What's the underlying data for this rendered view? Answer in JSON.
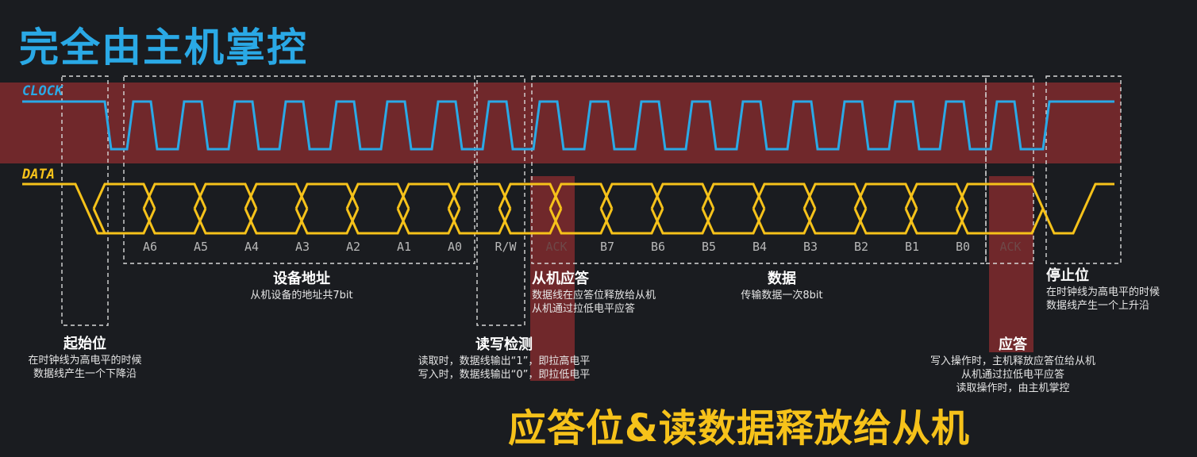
{
  "heading": "完全由主机掌控",
  "signals": {
    "clock": "CLOCK",
    "data": "DATA"
  },
  "bits": [
    "A6",
    "A5",
    "A4",
    "A3",
    "A2",
    "A1",
    "A0",
    "R/W",
    "ACK",
    "B7",
    "B6",
    "B5",
    "B4",
    "B3",
    "B2",
    "B1",
    "B0",
    "ACK"
  ],
  "start": {
    "title": "起始位",
    "lines": [
      "在时钟线为高电平的时候",
      "数据线产生一个下降沿"
    ]
  },
  "address": {
    "title": "设备地址",
    "line": "从机设备的地址共7bit"
  },
  "rw": {
    "title": "读写检测",
    "lines": [
      "读取时，数据线输出“1”，即拉高电平",
      "写入时，数据线输出“0”，即拉低电平"
    ]
  },
  "slave_ack": {
    "title": "从机应答",
    "lines": [
      "数据线在应答位释放给从机",
      "从机通过拉低电平应答"
    ]
  },
  "data_field": {
    "title": "数据",
    "line": "传输数据一次8bit"
  },
  "ack2": {
    "title": "应答",
    "lines": [
      "写入操作时，主机释放应答位给从机",
      "从机通过拉低电平应答",
      "读取操作时，由主机掌控"
    ]
  },
  "stop": {
    "title": "停止位",
    "lines": [
      "在时钟线为高电平的时候",
      "数据线产生一个上升沿"
    ]
  },
  "banner": "应答位&读数据释放给从机",
  "colors": {
    "clock": "#2aa9e6",
    "data": "#f6c21a",
    "band": "#7a2a2c",
    "background": "#1a1c20"
  }
}
